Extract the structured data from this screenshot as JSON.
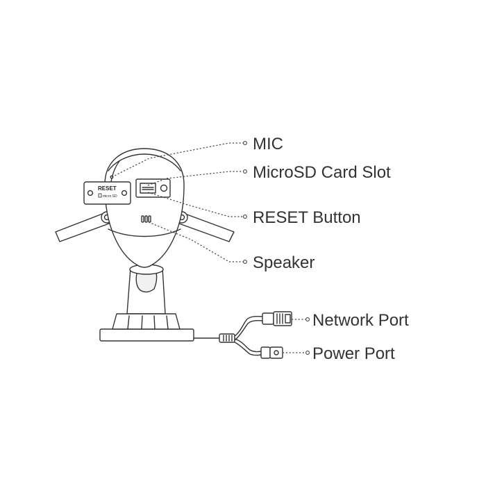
{
  "diagram": {
    "device_sticker": {
      "reset_text": "RESET",
      "card_text": "micro SD"
    },
    "callouts": [
      {
        "id": "mic",
        "label": "MIC"
      },
      {
        "id": "microsd",
        "label": "MicroSD Card Slot"
      },
      {
        "id": "reset",
        "label": "RESET Button"
      },
      {
        "id": "speaker",
        "label": "Speaker"
      },
      {
        "id": "network",
        "label": "Network Port"
      },
      {
        "id": "power",
        "label": "Power Port"
      }
    ]
  }
}
